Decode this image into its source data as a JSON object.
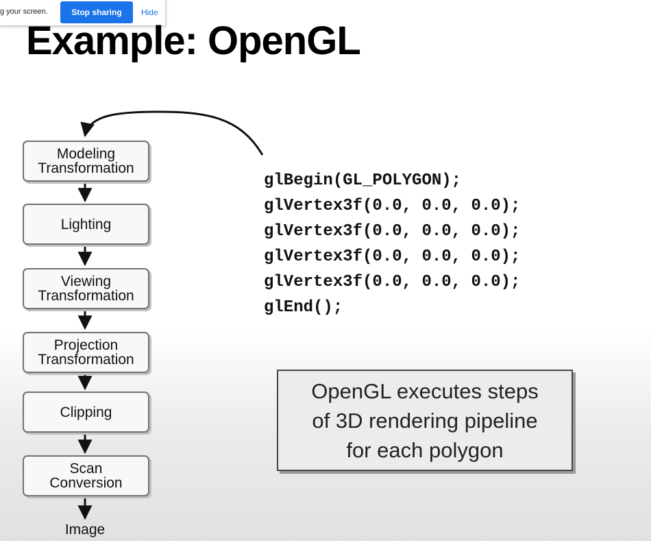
{
  "share_bar": {
    "message": "g your screen.",
    "stop_label": "Stop sharing",
    "hide_label": "Hide"
  },
  "slide": {
    "title": "Example: OpenGL",
    "pipeline": [
      {
        "line1": "Modeling",
        "line2": "Transformation"
      },
      {
        "line1": "Lighting",
        "line2": ""
      },
      {
        "line1": "Viewing",
        "line2": "Transformation"
      },
      {
        "line1": "Projection",
        "line2": "Transformation"
      },
      {
        "line1": "Clipping",
        "line2": ""
      },
      {
        "line1": "Scan",
        "line2": "Conversion"
      }
    ],
    "output_label": "Image",
    "code_lines": [
      "glBegin(GL_POLYGON);",
      "glVertex3f(0.0, 0.0, 0.0);",
      "glVertex3f(0.0, 0.0, 0.0);",
      "glVertex3f(0.0, 0.0, 0.0);",
      "glVertex3f(0.0, 0.0, 0.0);",
      "glEnd();"
    ],
    "note_lines": [
      "OpenGL executes steps",
      "of 3D rendering pipeline",
      "for each polygon"
    ]
  },
  "colors": {
    "share_button": "#1a73e8",
    "stage_border": "#707070",
    "note_border": "#444444"
  }
}
